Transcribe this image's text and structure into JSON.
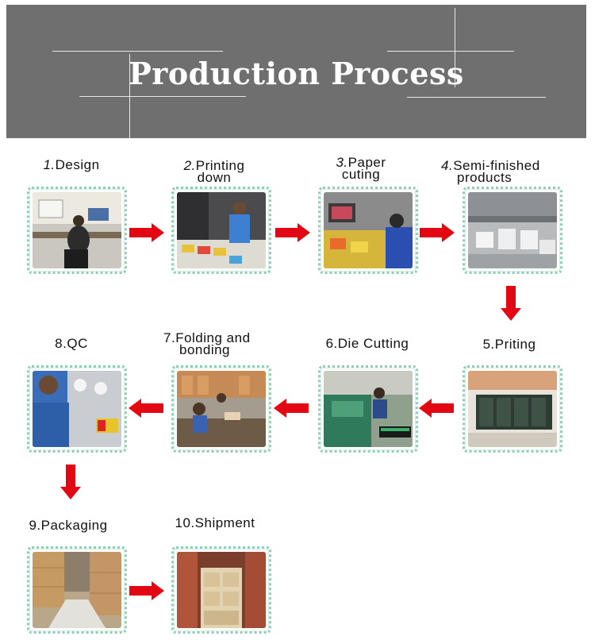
{
  "banner": {
    "title": "Production Process"
  },
  "steps": [
    {
      "num": "1.",
      "label": "Design",
      "label2": "",
      "icon": "design-photo"
    },
    {
      "num": "2.",
      "label": "Printing",
      "label2": "down",
      "icon": "printing-down-photo"
    },
    {
      "num": "3.",
      "label": "Paper",
      "label2": "cuting",
      "icon": "paper-cutting-photo"
    },
    {
      "num": "4.",
      "label": "Semi-finished",
      "label2": "products",
      "icon": "semi-finished-photo"
    },
    {
      "num": "5.",
      "label": "Priting",
      "label2": "",
      "icon": "printing-machine-photo"
    },
    {
      "num": "6.",
      "label": "Die Cutting",
      "label2": "",
      "icon": "die-cutting-photo"
    },
    {
      "num": "7.",
      "label": "Folding and",
      "label2": "bonding",
      "icon": "folding-photo"
    },
    {
      "num": "8.",
      "label": "QC",
      "label2": "",
      "icon": "qc-photo"
    },
    {
      "num": "9.",
      "label": "Packaging",
      "label2": "",
      "icon": "packaging-photo"
    },
    {
      "num": "10.",
      "label": "Shipment",
      "label2": "",
      "icon": "shipment-photo"
    }
  ],
  "colors": {
    "banner": "#6f6f6f",
    "arrow": "#e30613",
    "frame": "#8fcfb6"
  }
}
